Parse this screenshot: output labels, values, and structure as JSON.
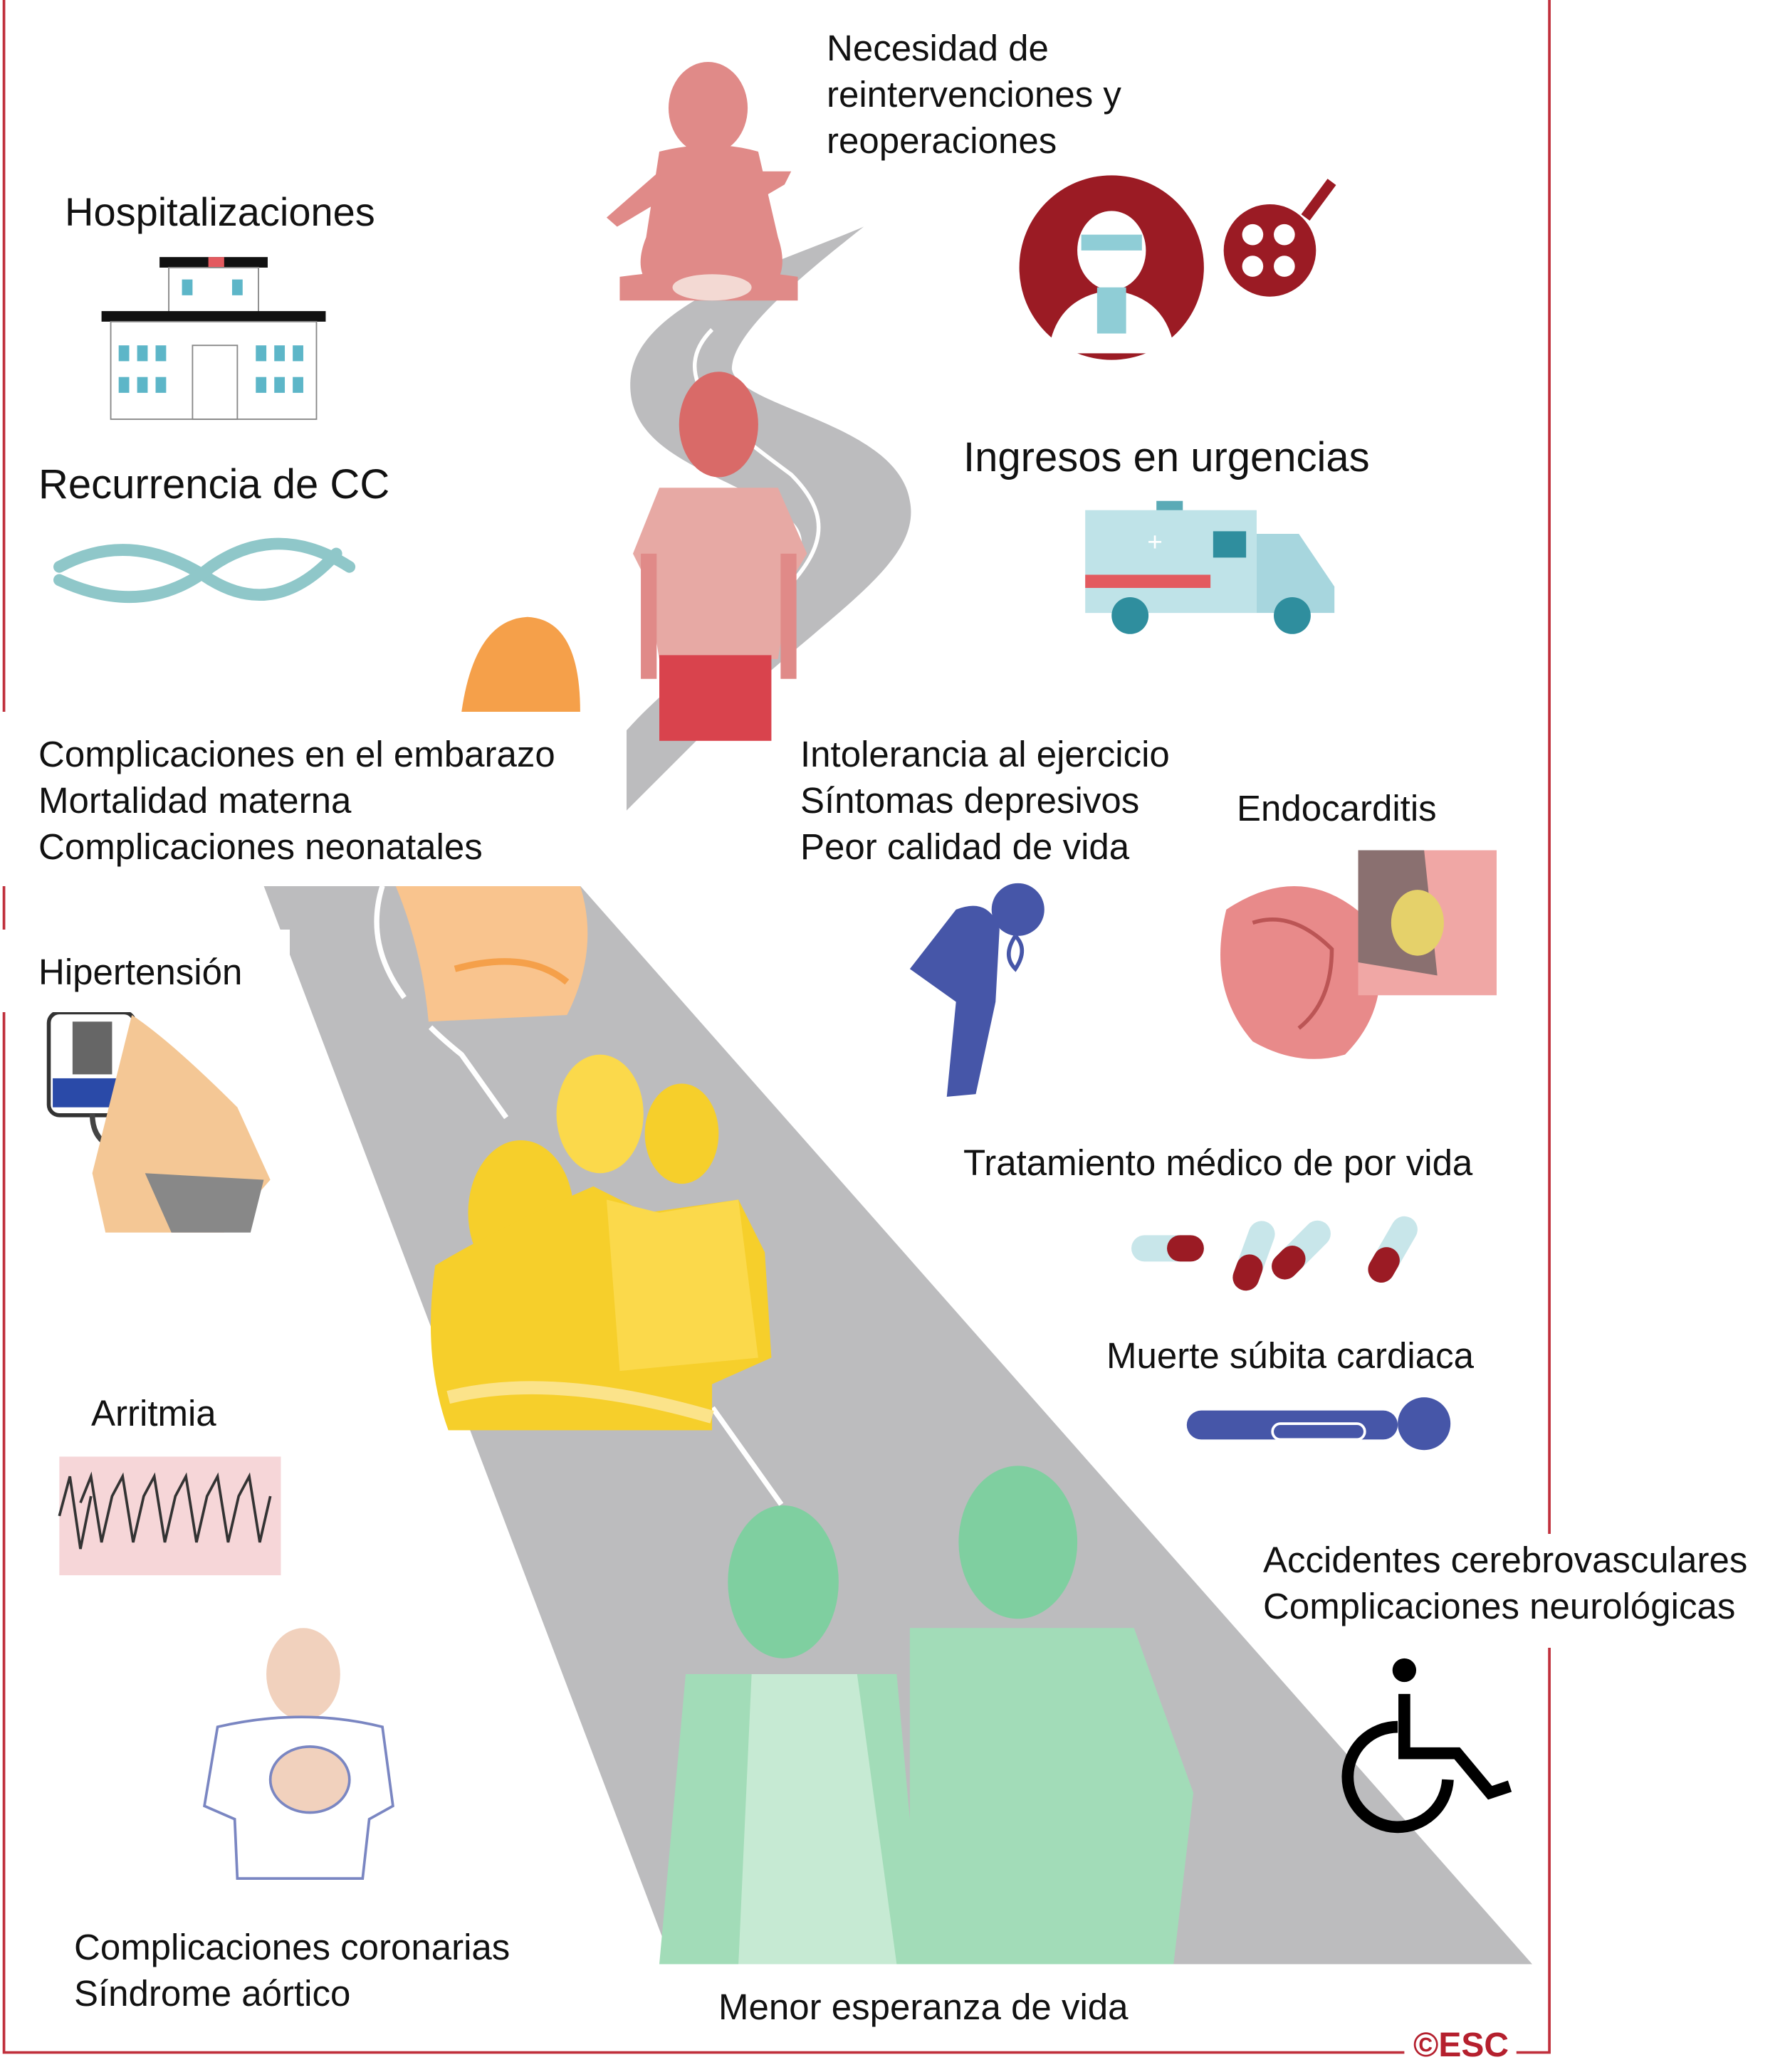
{
  "labels": {
    "reinterventions": [
      "Necesidad de",
      "reintervenciones  y",
      "reoperaciones"
    ],
    "hospitalizations": "Hospitalizaciones",
    "recurrence": "Recurrencia de CC",
    "emergency": "Ingresos en urgencias",
    "pregnancy": [
      "Complicaciones en el embarazo",
      "Mortalidad materna",
      "Complicaciones neonatales"
    ],
    "exercise": [
      "Intolerancia al ejercicio",
      "Síntomas depresivos",
      "Peor calidad de vida"
    ],
    "endocarditis": "Endocarditis",
    "hypertension": "Hipertensión",
    "treatment": "Tratamiento médico de por vida",
    "sudden_death": "Muerte súbita cardiaca",
    "arrhythmia": "Arritmia",
    "stroke": [
      "Accidentes cerebrovasculares",
      "Complicaciones neurológicas"
    ],
    "coronary": [
      "Complicaciones coronarias",
      "Síndrome aórtico"
    ],
    "life_expectancy": "Menor esperanza de vida"
  },
  "copyright": "©ESC",
  "colors": {
    "frame": "#c0303c",
    "road": "#b9b9bb",
    "baby": "#e08a88",
    "child": "#e7a9a4",
    "mother": "#f5a04a",
    "family": "#f6cf2b",
    "elderly": "#7fcfa0",
    "icon_blue": "#4656a8",
    "icon_red": "#9b1b24",
    "icon_teal": "#8fcdd6"
  }
}
